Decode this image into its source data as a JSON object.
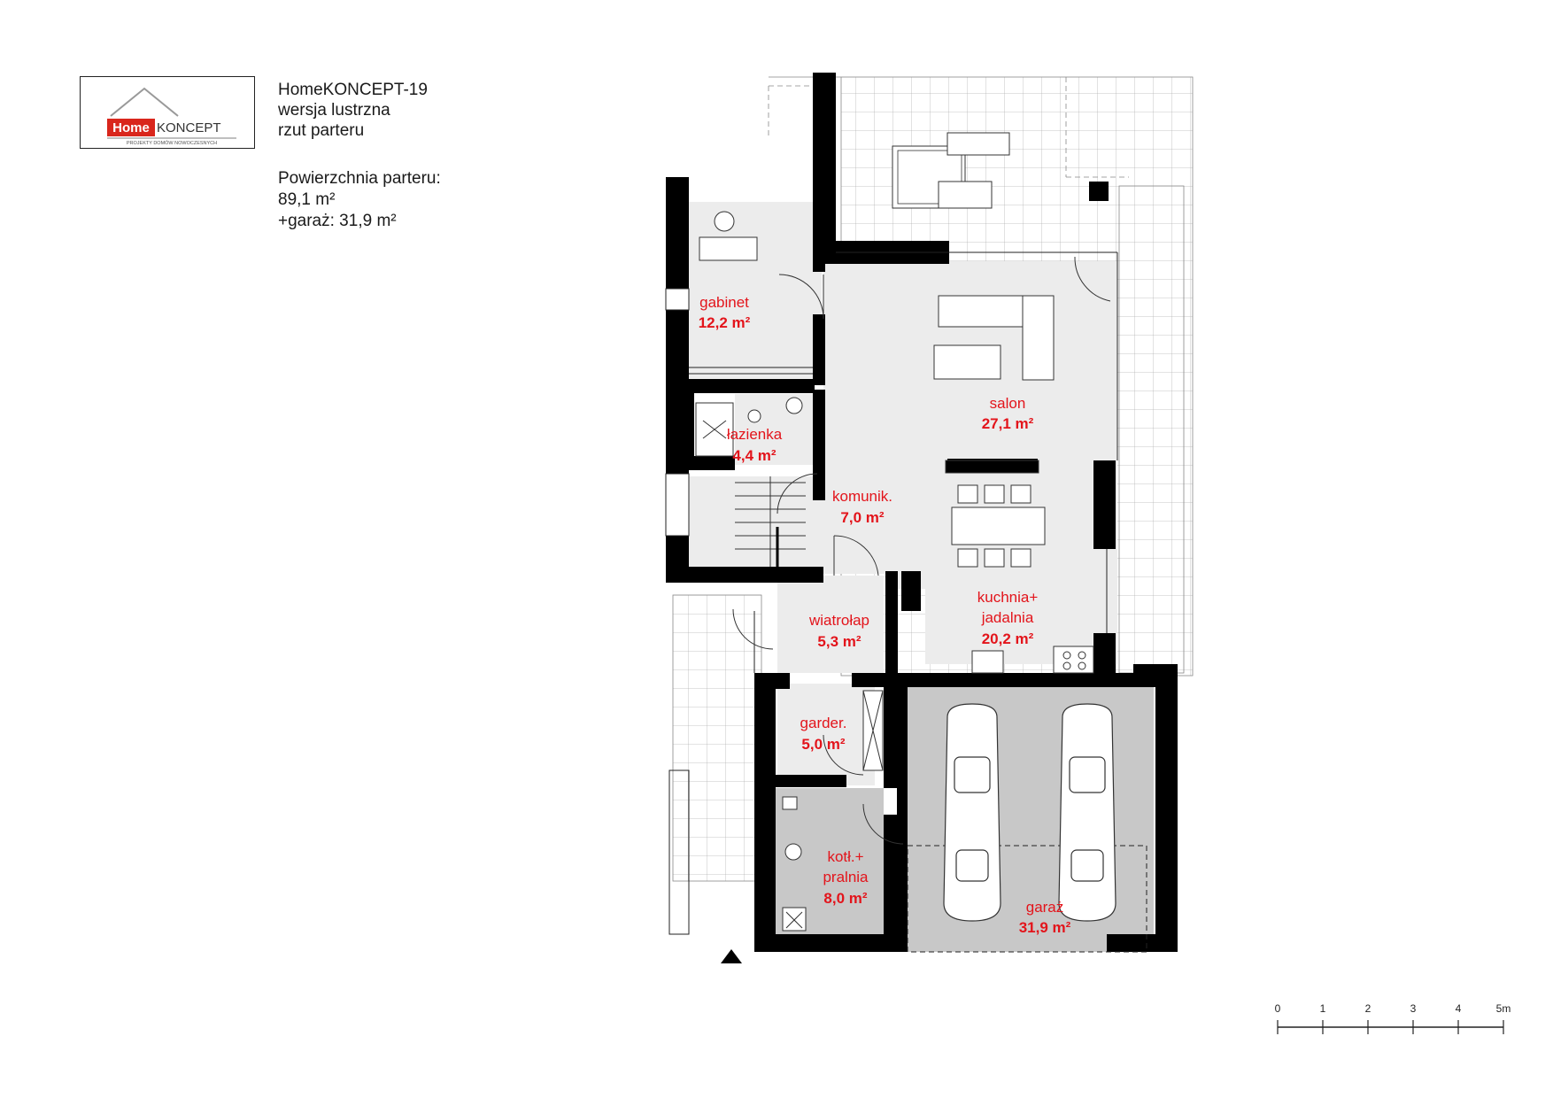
{
  "logo": {
    "brand_bold": "Home",
    "brand_light": "KONCEPT",
    "tagline": "PROJEKTY DOMÓW NOWOCZESNYCH"
  },
  "header": {
    "line1": "HomeKONCEPT-19",
    "line2": "wersja lustrzna",
    "line3": "rzut parteru"
  },
  "stats": {
    "label": "Powierzchnia parteru:",
    "floor_area": "89,1 m²",
    "garage_area": "+garaż: 31,9 m²"
  },
  "rooms": {
    "gabinet": {
      "name": "gabinet",
      "area": "12,2 m²"
    },
    "lazienka": {
      "name": "łazienka",
      "area": "4,4 m²"
    },
    "salon": {
      "name": "salon",
      "area": "27,1 m²"
    },
    "komunik": {
      "name": "komunik.",
      "area": "7,0 m²"
    },
    "kuchnia": {
      "name1": "kuchnia+",
      "name2": "jadalnia",
      "area": "20,2 m²"
    },
    "wiatrolap": {
      "name": "wiatrołap",
      "area": "5,3 m²"
    },
    "garder": {
      "name": "garder.",
      "area": "5,0 m²"
    },
    "kotl": {
      "name1": "kotł.+",
      "name2": "pralnia",
      "area": "8,0 m²"
    },
    "garaz": {
      "name": "garaż",
      "area": "31,9 m²"
    }
  },
  "scale": {
    "ticks": [
      "0",
      "1",
      "2",
      "3",
      "4",
      "5m"
    ]
  },
  "colors": {
    "label_red": "#e3141b",
    "wall": "#000000",
    "floor_light": "#ececec",
    "garage_floor": "#c8c8c8",
    "logo_red": "#d9261c"
  }
}
